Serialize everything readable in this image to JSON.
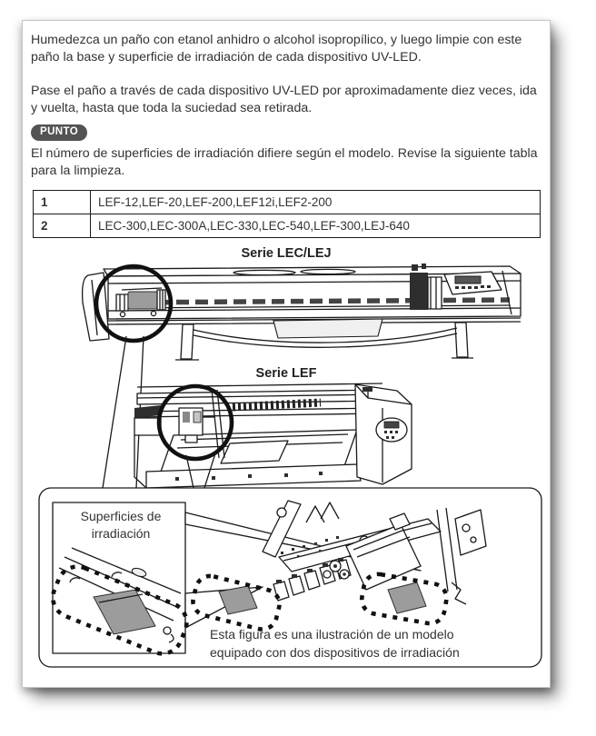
{
  "page": {
    "paragraphs": {
      "p1": "Humedezca un paño con etanol anhidro o alcohol isopropílico, y luego limpie con este paño la base y superficie de irradiación de cada dispositivo UV-LED.",
      "p2": "Pase el paño a través de cada dispositivo UV-LED por aproximadamente diez veces, ida y vuelta, hasta que toda la suciedad sea retirada.",
      "note_label": "PUNTO",
      "p3": "El número de superficies de irradiación difiere según el modelo. Revise la siguiente tabla para la limpieza."
    },
    "table": {
      "rows": [
        {
          "num": "1",
          "models": "LEF-12,LEF-20,LEF-200,LEF12i,LEF2-200"
        },
        {
          "num": "2",
          "models": "LEC-300,LEC-300A,LEC-330,LEC-540,LEF-300,LEJ-640"
        }
      ]
    },
    "figure": {
      "lec_title": "Serie LEC/LEJ",
      "lef_title": "Serie LEF",
      "callout_label": "Superficies de irradiación",
      "caption": "Esta figura es una ilustración de un modelo equipado con dos dispositivos de irradiación"
    },
    "colors": {
      "badge_bg": "#535353",
      "body_text": "#333333",
      "line_art": "#1a1a1a",
      "irradiation_window_gray": "#9c9c9c",
      "page_border": "#c6c6c6"
    }
  }
}
